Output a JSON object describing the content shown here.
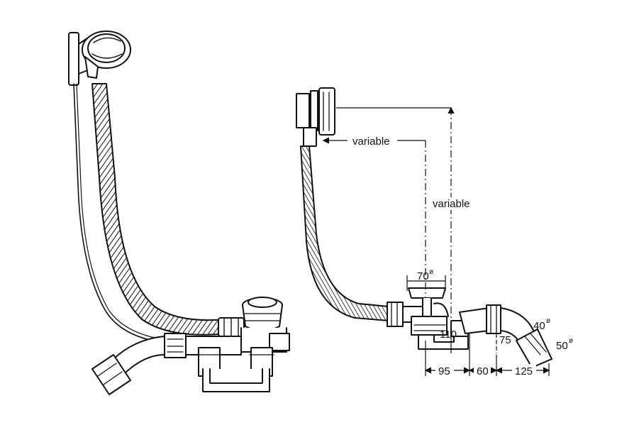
{
  "labels": {
    "variable_horizontal": "variable",
    "variable_vertical": "variable",
    "dia_70": "70",
    "dia_40": "40",
    "dia_50": "50",
    "diameter_mark": "ø",
    "dim_110": "110",
    "dim_75": "75",
    "dim_95": "95",
    "dim_60": "60",
    "dim_125": "125"
  },
  "colors": {
    "line": "#111111",
    "background": "#ffffff"
  }
}
